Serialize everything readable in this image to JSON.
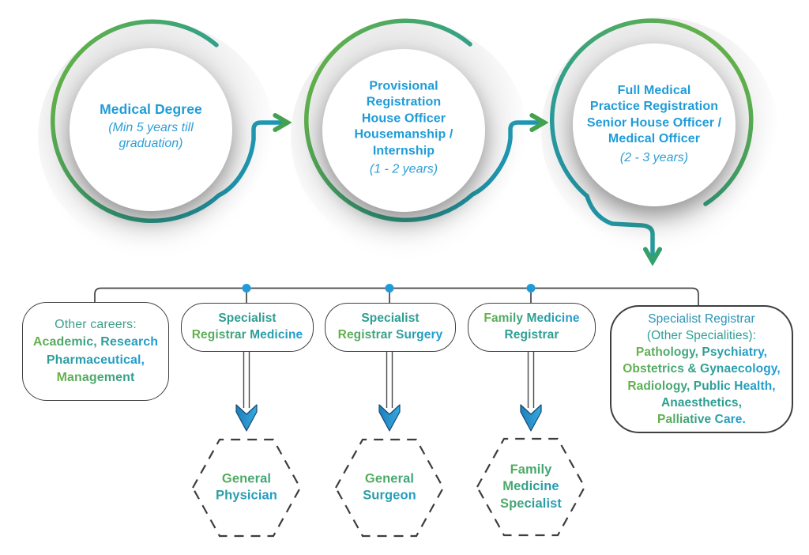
{
  "palette": {
    "green": "#67B146",
    "teal": "#2E9E92",
    "blue": "#1F9CD8",
    "ring_green": "#6CB33E",
    "ring_teal": "#1D96B5",
    "connector_line": "#454545",
    "junction_dot_blue": "#1F9CD8",
    "arrowhead_green": "#44A14E",
    "chevron_blue": "#2196D6"
  },
  "stages": [
    {
      "title_lines": [
        "Medical Degree"
      ],
      "duration": "(Min 5 years till graduation)"
    },
    {
      "title_lines": [
        "Provisional",
        "Registration",
        "House Officer",
        "Housemanship /",
        "Internship"
      ],
      "duration": "(1 - 2 years)"
    },
    {
      "title_lines": [
        "Full Medical",
        "Practice Registration",
        "Senior House Officer /",
        "Medical Officer"
      ],
      "duration": "(2 - 3 years)"
    }
  ],
  "boxes": {
    "other_careers": {
      "lines": [
        "Other careers:",
        "Academic, Research",
        "Pharmaceutical,",
        "Management"
      ]
    },
    "registrar_medicine": {
      "lines": [
        "Specialist",
        "Registrar Medicine"
      ]
    },
    "registrar_surgery": {
      "lines": [
        "Specialist",
        "Registrar Surgery"
      ]
    },
    "family_registrar": {
      "lines": [
        "Family Medicine",
        "Registrar"
      ]
    },
    "other_specialties": {
      "lines": [
        "Specialist Registrar",
        "(Other Specialities):",
        "Pathology, Psychiatry,",
        "Obstetrics & Gynaecology,",
        "Radiology, Public Health,",
        "Anaesthetics,",
        "Palliative Care."
      ]
    }
  },
  "hexagons": [
    {
      "lines": [
        "General",
        "Physician"
      ]
    },
    {
      "lines": [
        "General",
        "Surgeon"
      ]
    },
    {
      "lines": [
        "Family",
        "Medicine",
        "Specialist"
      ]
    }
  ]
}
